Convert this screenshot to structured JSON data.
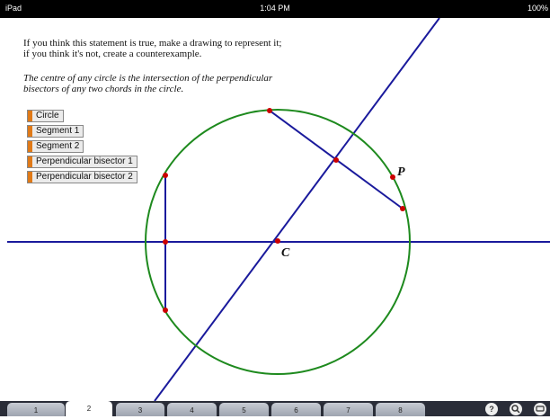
{
  "status_bar": {
    "device": "iPad",
    "time": "1:04 PM",
    "battery": "100%"
  },
  "prompt": {
    "line1": "If you think this statement is true, make a drawing to represent it;",
    "line2": "if you think it's not, create a counterexample."
  },
  "statement": {
    "line1": "The centre of any circle is the intersection of the perpendicular",
    "line2": "bisectors of any two chords in the circle."
  },
  "objects": [
    {
      "label": "Circle"
    },
    {
      "label": "Segment 1"
    },
    {
      "label": "Segment 2"
    },
    {
      "label": "Perpendicular bisector 1"
    },
    {
      "label": "Perpendicular bisector 2"
    }
  ],
  "point_labels": {
    "p": "P",
    "c": "C"
  },
  "tabs": [
    "1",
    "2",
    "3",
    "4",
    "5",
    "6",
    "7",
    "8"
  ],
  "active_tab": "2",
  "toolbar_icons": [
    "help-icon",
    "zoom-icon",
    "chat-icon"
  ],
  "colors": {
    "circle": "#1e8a1e",
    "lines": "#1a1a9c",
    "points": "#cc0000",
    "swatch": "#e07a18"
  }
}
